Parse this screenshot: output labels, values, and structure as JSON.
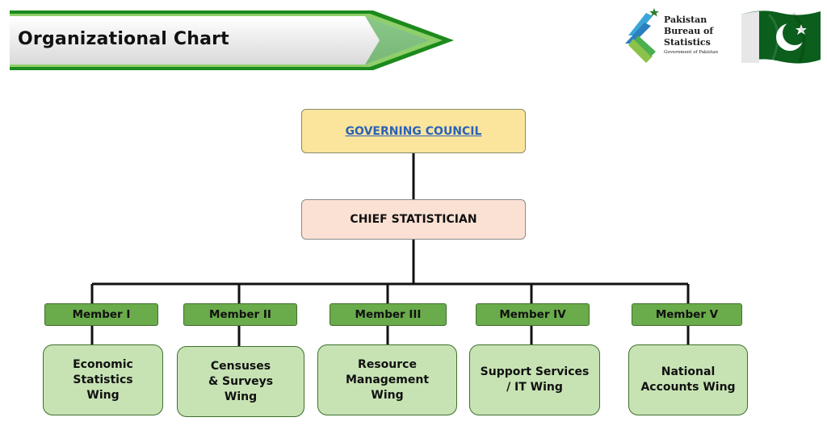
{
  "header": {
    "title": "Organizational Chart"
  },
  "logo": {
    "line1": "Pakistan",
    "line2": "Bureau of",
    "line3": "Statistics",
    "subtitle": "Government of Pakistan"
  },
  "colors": {
    "banner_green": "#1c8a1c",
    "governing_fill": "#fbe49c",
    "chief_fill": "#fbe1d3",
    "member_fill": "#6aab4b",
    "wing_fill": "#c7e3b4",
    "link": "#2a62b8"
  },
  "chart": {
    "governing_council": "GOVERNING COUNCIL",
    "chief": "CHIEF STATISTICIAN",
    "members": [
      {
        "label": "Member I",
        "wing": "Economic Statistics Wing"
      },
      {
        "label": "Member II",
        "wing": "Censuses & Surveys Wing"
      },
      {
        "label": "Member III",
        "wing": "Resource Management Wing"
      },
      {
        "label": "Member IV",
        "wing": "Support Services / IT Wing"
      },
      {
        "label": "Member V",
        "wing": "National Accounts Wing"
      }
    ]
  }
}
